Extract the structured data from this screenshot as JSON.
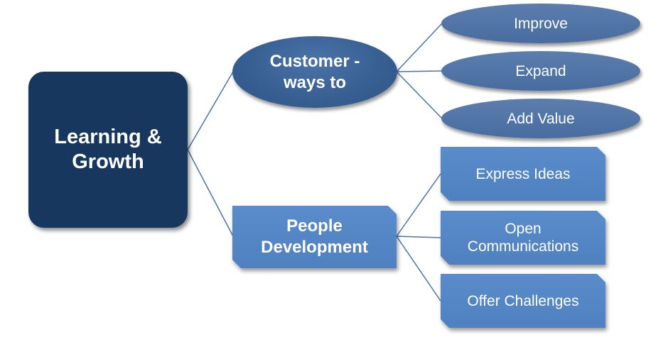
{
  "diagram": {
    "root": {
      "line1": "Learning &",
      "line2": "Growth"
    },
    "branches": [
      {
        "id": "customer",
        "shape": "ellipse",
        "line1": "Customer -",
        "line2": "ways to",
        "children": [
          {
            "label": "Improve"
          },
          {
            "label": "Expand"
          },
          {
            "label": "Add Value"
          }
        ]
      },
      {
        "id": "people",
        "shape": "snipped-rectangle",
        "line1": "People",
        "line2": "Development",
        "children": [
          {
            "label": "Express Ideas"
          },
          {
            "line1": "Open",
            "line2": "Communications"
          },
          {
            "label": "Offer Challenges"
          }
        ]
      }
    ],
    "colors": {
      "root_fill": "#17375e",
      "ellipse_fill": "#375e91",
      "leaf_ellipse_fill": "#4f74a6",
      "rect_fill": "#4f81c0",
      "connector": "#4a74aa"
    }
  }
}
